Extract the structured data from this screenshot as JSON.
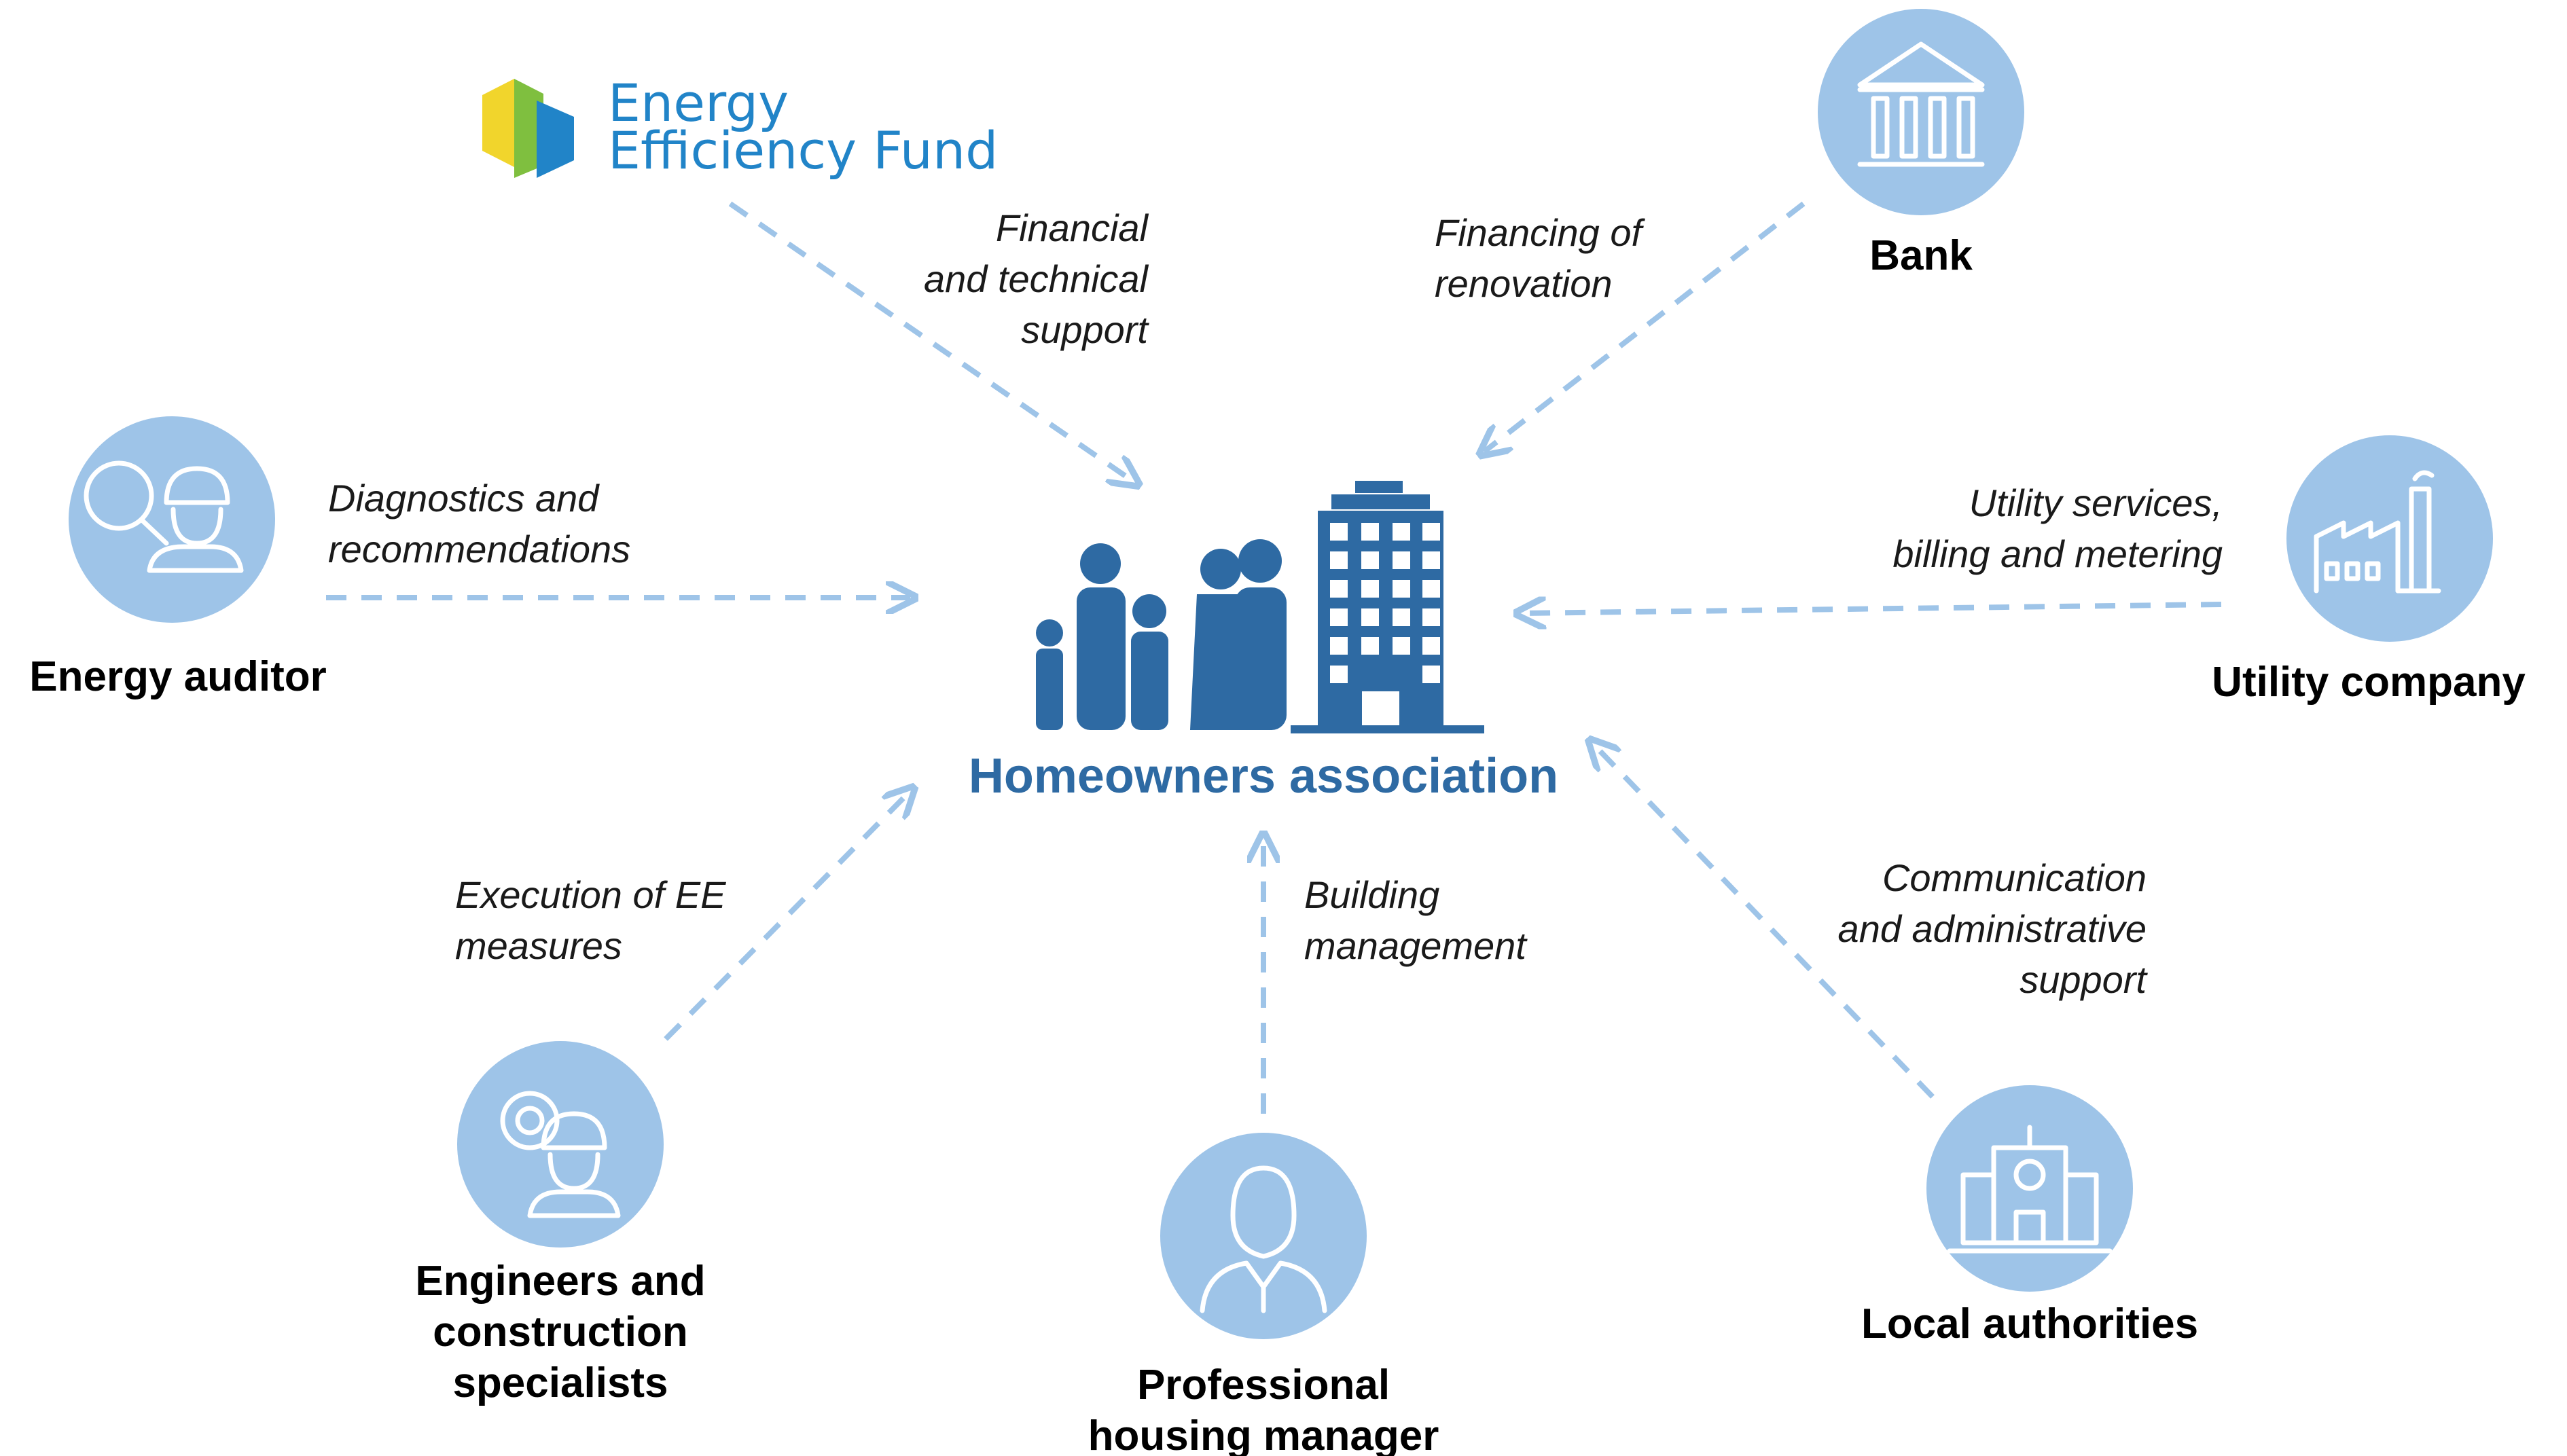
{
  "logo": {
    "line1": "Energy",
    "line2": "Efficiency Fund",
    "colors": {
      "yellow": "#f1d52c",
      "green": "#7fbf3f",
      "blue": "#2184c8"
    }
  },
  "center": {
    "label": "Homeowners association",
    "color": "#2e6aa3"
  },
  "nodes": {
    "bank": {
      "label": "Bank",
      "icon": "bank-icon"
    },
    "energy_auditor": {
      "label": "Energy auditor",
      "icon": "auditor-icon"
    },
    "utility_company": {
      "label": "Utility company",
      "icon": "factory-icon"
    },
    "engineers": {
      "lines": [
        "Engineers and",
        "construction",
        "specialists"
      ],
      "icon": "engineer-gear-icon"
    },
    "housing_manager": {
      "lines": [
        "Professional",
        "housing manager"
      ],
      "icon": "manager-icon"
    },
    "local_authorities": {
      "label": "Local authorities",
      "icon": "city-hall-icon"
    }
  },
  "edges": {
    "fund": [
      "Financial",
      "and technical",
      "support"
    ],
    "bank": [
      "Financing of",
      "renovation"
    ],
    "auditor": [
      "Diagnostics and",
      "recommendations"
    ],
    "utility": [
      "Utility services,",
      "billing and metering"
    ],
    "engineers": [
      "Execution of EE",
      "measures"
    ],
    "manager": [
      "Building",
      "management"
    ],
    "authorities": [
      "Communication",
      "and administrative",
      "support"
    ]
  },
  "colors": {
    "node_fill": "#9ec4e8",
    "arrow": "#9ec4e8",
    "center_icon": "#2e6aa3"
  }
}
